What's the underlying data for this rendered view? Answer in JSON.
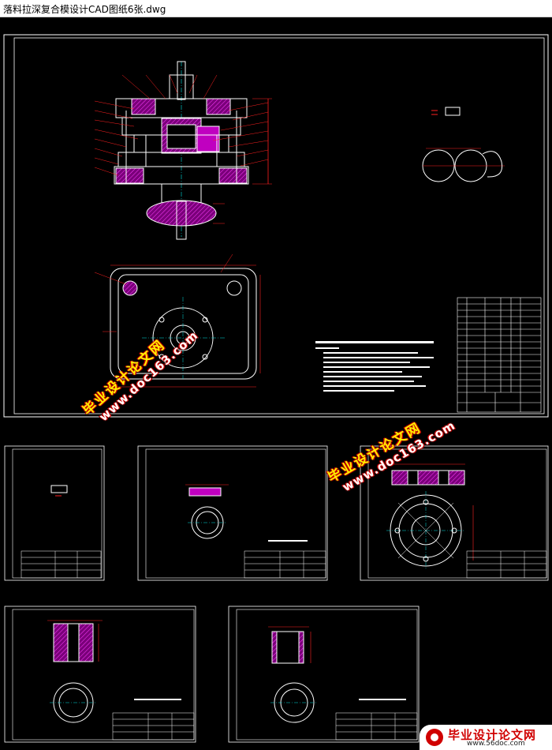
{
  "window": {
    "title": "落料拉深复合模设计CAD图纸6张.dwg"
  },
  "watermarks": [
    {
      "cn": "毕业设计论文网",
      "url": "www.doc163.com"
    },
    {
      "cn": "毕业设计论文网",
      "url": "www.doc163.com"
    }
  ],
  "logo": {
    "cn": "毕业设计论文网",
    "url": "www.56doc.com"
  },
  "sheet_count": 6,
  "colors": {
    "background": "#000000",
    "frame": "#ffffff",
    "dimension": "#ff2020",
    "hatch": "#c000c0",
    "cyan": "#00e0e0",
    "text": "#ffffff"
  }
}
